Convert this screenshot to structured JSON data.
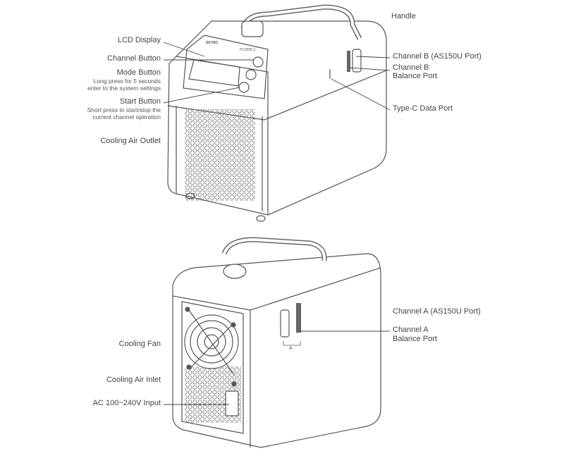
{
  "front_view": {
    "labels": {
      "handle": "Handle",
      "lcd_display": "LCD Display",
      "channel_button": "Channel Button",
      "mode_button": "Mode Button",
      "mode_desc_1": "Long press for 5 seconds",
      "mode_desc_2": "enter to the system settings",
      "start_button": "Start Button",
      "start_desc_1": "Short press to start/stop the",
      "start_desc_2": "current channel operation",
      "cooling_air_outlet": "Cooling Air Outlet",
      "channel_b_port": "Channel B (AS150U Port)",
      "channel_b_balance_1": "Channel B",
      "channel_b_balance_2": "Balance Port",
      "type_c": "Type-C Data Port"
    },
    "device_text": {
      "brand": "SKYRC",
      "model": "PC3025-1"
    }
  },
  "rear_view": {
    "labels": {
      "channel_a_port": "Channel A (AS150U Port)",
      "channel_a_balance_1": "Channel A",
      "channel_a_balance_2": "Balance Port",
      "cooling_fan": "Cooling Fan",
      "cooling_air_inlet": "Cooling Air Inlet",
      "ac_input": "AC 100~240V Input"
    },
    "device_text": {
      "port_letter": "A"
    }
  }
}
